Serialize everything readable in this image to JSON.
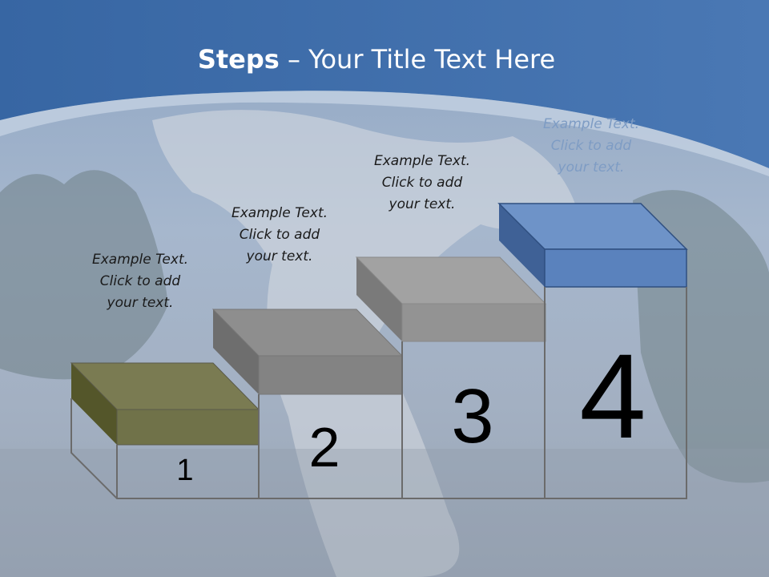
{
  "title": {
    "bold": "Steps",
    "rest": " – Your Title Text Here"
  },
  "steps": [
    {
      "number": "1",
      "text": "Example Text.\nClick  to add\nyour text.",
      "color": "#7a7b52"
    },
    {
      "number": "2",
      "text": "Example Text.\nClick  to add\nyour text.",
      "color": "#8c8c8c"
    },
    {
      "number": "3",
      "text": "Example Text.\nClick  to add\nyour text.",
      "color": "#8c8c8c"
    },
    {
      "number": "4",
      "text": "Example Text.\nClick  to add\nyour text.",
      "color": "#5a82bd"
    }
  ],
  "colors": {
    "header": "#3e6aa8",
    "text_light": "#7e9cc4"
  }
}
